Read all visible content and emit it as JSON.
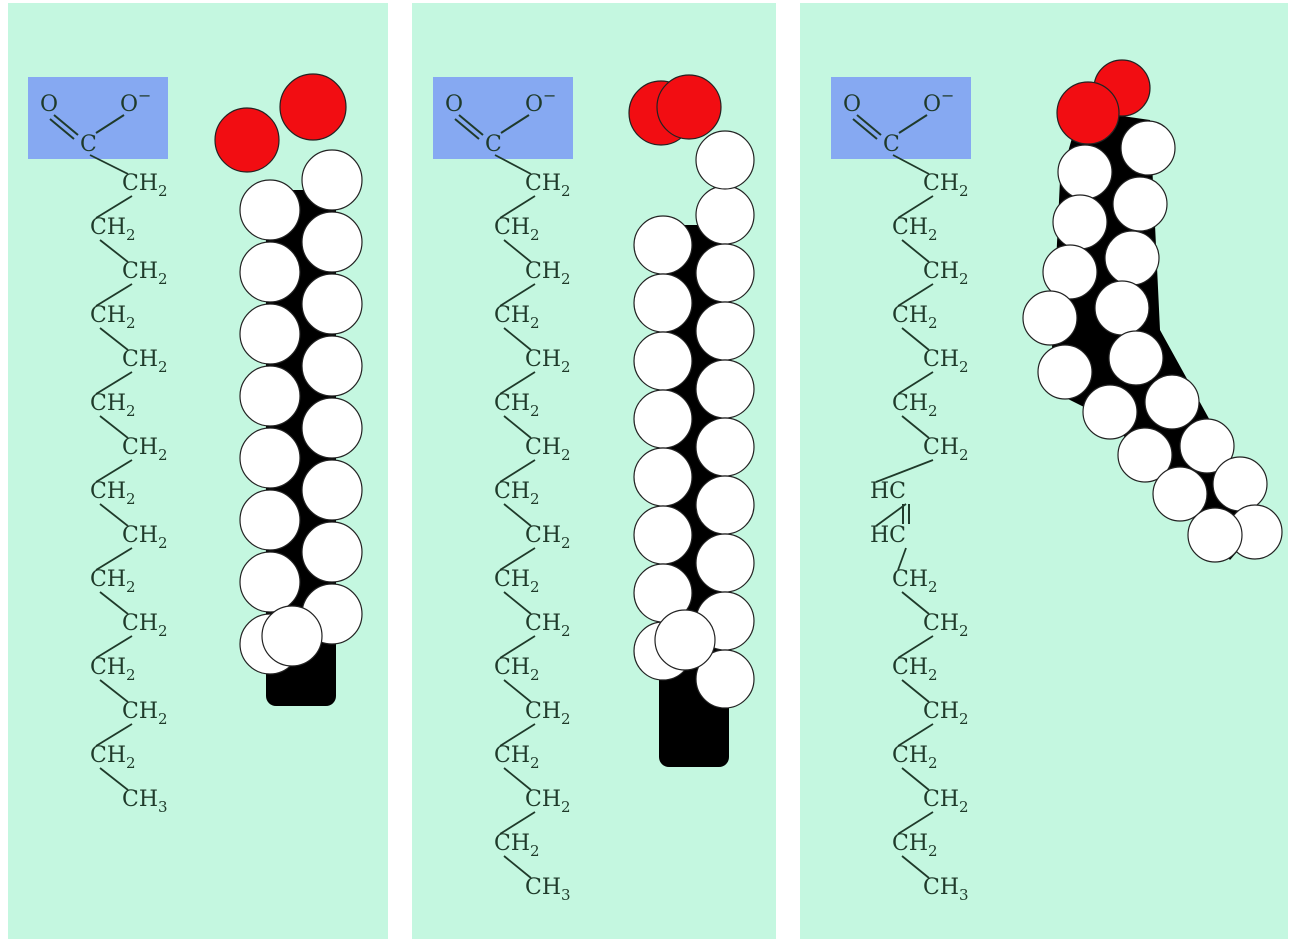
{
  "panels": [
    {
      "id": "panel-1",
      "carboxyl": {
        "o_left": "O",
        "o_right": "O",
        "charge": "−",
        "carbon": "C"
      },
      "chain": [
        {
          "base": "CH",
          "sub": "2"
        },
        {
          "base": "CH",
          "sub": "2"
        },
        {
          "base": "CH",
          "sub": "2"
        },
        {
          "base": "CH",
          "sub": "2"
        },
        {
          "base": "CH",
          "sub": "2"
        },
        {
          "base": "CH",
          "sub": "2"
        },
        {
          "base": "CH",
          "sub": "2"
        },
        {
          "base": "CH",
          "sub": "2"
        },
        {
          "base": "CH",
          "sub": "2"
        },
        {
          "base": "CH",
          "sub": "2"
        },
        {
          "base": "CH",
          "sub": "2"
        },
        {
          "base": "CH",
          "sub": "2"
        },
        {
          "base": "CH",
          "sub": "2"
        },
        {
          "base": "CH",
          "sub": "2"
        },
        {
          "base": "CH",
          "sub": "3"
        }
      ],
      "double_bond_index": null,
      "model": "straight-short"
    },
    {
      "id": "panel-2",
      "carboxyl": {
        "o_left": "O",
        "o_right": "O",
        "charge": "−",
        "carbon": "C"
      },
      "chain": [
        {
          "base": "CH",
          "sub": "2"
        },
        {
          "base": "CH",
          "sub": "2"
        },
        {
          "base": "CH",
          "sub": "2"
        },
        {
          "base": "CH",
          "sub": "2"
        },
        {
          "base": "CH",
          "sub": "2"
        },
        {
          "base": "CH",
          "sub": "2"
        },
        {
          "base": "CH",
          "sub": "2"
        },
        {
          "base": "CH",
          "sub": "2"
        },
        {
          "base": "CH",
          "sub": "2"
        },
        {
          "base": "CH",
          "sub": "2"
        },
        {
          "base": "CH",
          "sub": "2"
        },
        {
          "base": "CH",
          "sub": "2"
        },
        {
          "base": "CH",
          "sub": "2"
        },
        {
          "base": "CH",
          "sub": "2"
        },
        {
          "base": "CH",
          "sub": "2"
        },
        {
          "base": "CH",
          "sub": "2"
        },
        {
          "base": "CH",
          "sub": "3"
        }
      ],
      "double_bond_index": null,
      "model": "straight-long"
    },
    {
      "id": "panel-3",
      "carboxyl": {
        "o_left": "O",
        "o_right": "O",
        "charge": "−",
        "carbon": "C"
      },
      "chain": [
        {
          "base": "CH",
          "sub": "2"
        },
        {
          "base": "CH",
          "sub": "2"
        },
        {
          "base": "CH",
          "sub": "2"
        },
        {
          "base": "CH",
          "sub": "2"
        },
        {
          "base": "CH",
          "sub": "2"
        },
        {
          "base": "CH",
          "sub": "2"
        },
        {
          "base": "CH",
          "sub": "2"
        },
        {
          "base": "HC",
          "sub": ""
        },
        {
          "base": "HC",
          "sub": ""
        },
        {
          "base": "CH",
          "sub": "2"
        },
        {
          "base": "CH",
          "sub": "2"
        },
        {
          "base": "CH",
          "sub": "2"
        },
        {
          "base": "CH",
          "sub": "2"
        },
        {
          "base": "CH",
          "sub": "2"
        },
        {
          "base": "CH",
          "sub": "2"
        },
        {
          "base": "CH",
          "sub": "2"
        },
        {
          "base": "CH",
          "sub": "3"
        }
      ],
      "double_bond_index": 7,
      "model": "kinked"
    }
  ],
  "colors": {
    "panel_bg": "#c4f7e0",
    "carboxyl_box": "#86a9f2",
    "oxygen": "#f20d12",
    "backbone": "#000000",
    "hydrogen": "#ffffff",
    "text": "#1f3a2a"
  }
}
